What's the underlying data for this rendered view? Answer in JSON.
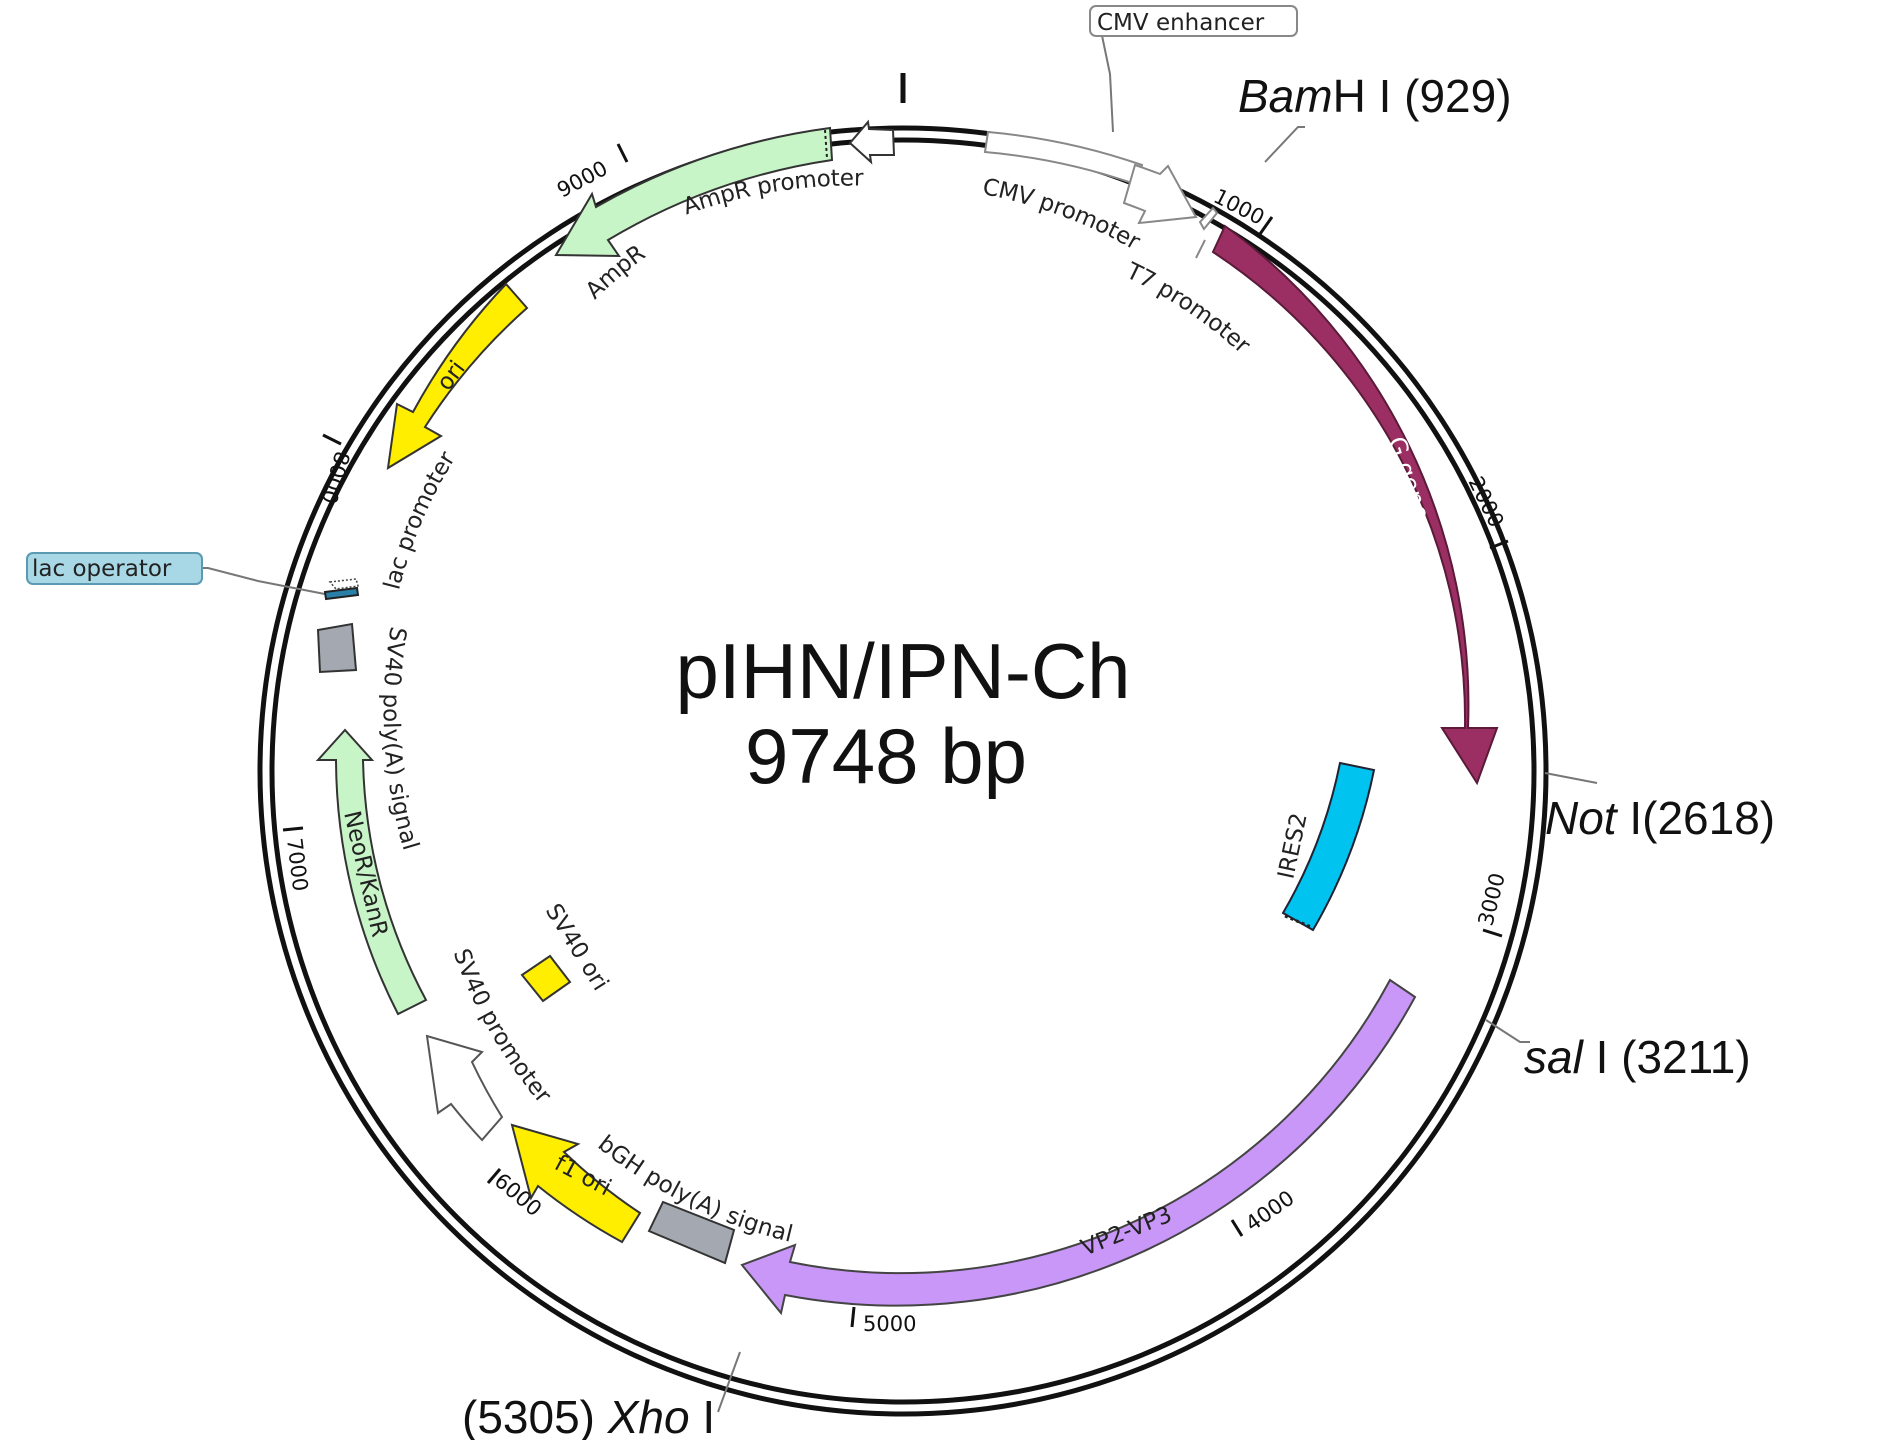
{
  "plasmid": {
    "name": "pIHN/IPN-Ch",
    "size": "9748 bp",
    "length": 9748
  },
  "ticks": [
    "1000",
    "2000",
    "3000",
    "4000",
    "5000",
    "6000",
    "7000",
    "8000",
    "9000"
  ],
  "restriction_sites": {
    "bamhi": {
      "italic": "Bam",
      "plain": "H I (929)",
      "pos": 929
    },
    "noti": {
      "italic": "Not",
      "plain": " I(2618)",
      "pos": 2618
    },
    "sali": {
      "italic": "sal",
      "plain": " I (3211)",
      "pos": 3211
    },
    "xhoi": {
      "prefix": "(5305) ",
      "italic": "Xho",
      "plain": " I",
      "pos": 5305
    }
  },
  "features": {
    "cmv_enhancer": "CMV enhancer",
    "cmv_promoter": "CMV promoter",
    "t7_promoter": "T7 promoter",
    "g_gene": "G gene",
    "ires2": "IRES2",
    "vp2_vp3": "VP2-VP3",
    "bgh_polya": "bGH poly(A) signal",
    "f1_ori": "f1 ori",
    "sv40_promoter": "SV40 promoter",
    "sv40_ori": "SV40 ori",
    "neor_kanr": "NeoR/KanR",
    "sv40_polya": "SV40 poly(A) signal",
    "lac_operator": "lac operator",
    "lac_promoter": "lac promoter",
    "ori": "ori",
    "ampr": "AmpR",
    "ampr_promoter": "AmpR promoter"
  },
  "colors": {
    "g_gene": "#9b2f63",
    "ires2": "#00c3f0",
    "vp2_vp3": "#c997f8",
    "yellow": "#ffee00",
    "green": "#c8f5c8",
    "gray": "#a4a8b0",
    "lac_operator_box": "#a8d8e6"
  }
}
